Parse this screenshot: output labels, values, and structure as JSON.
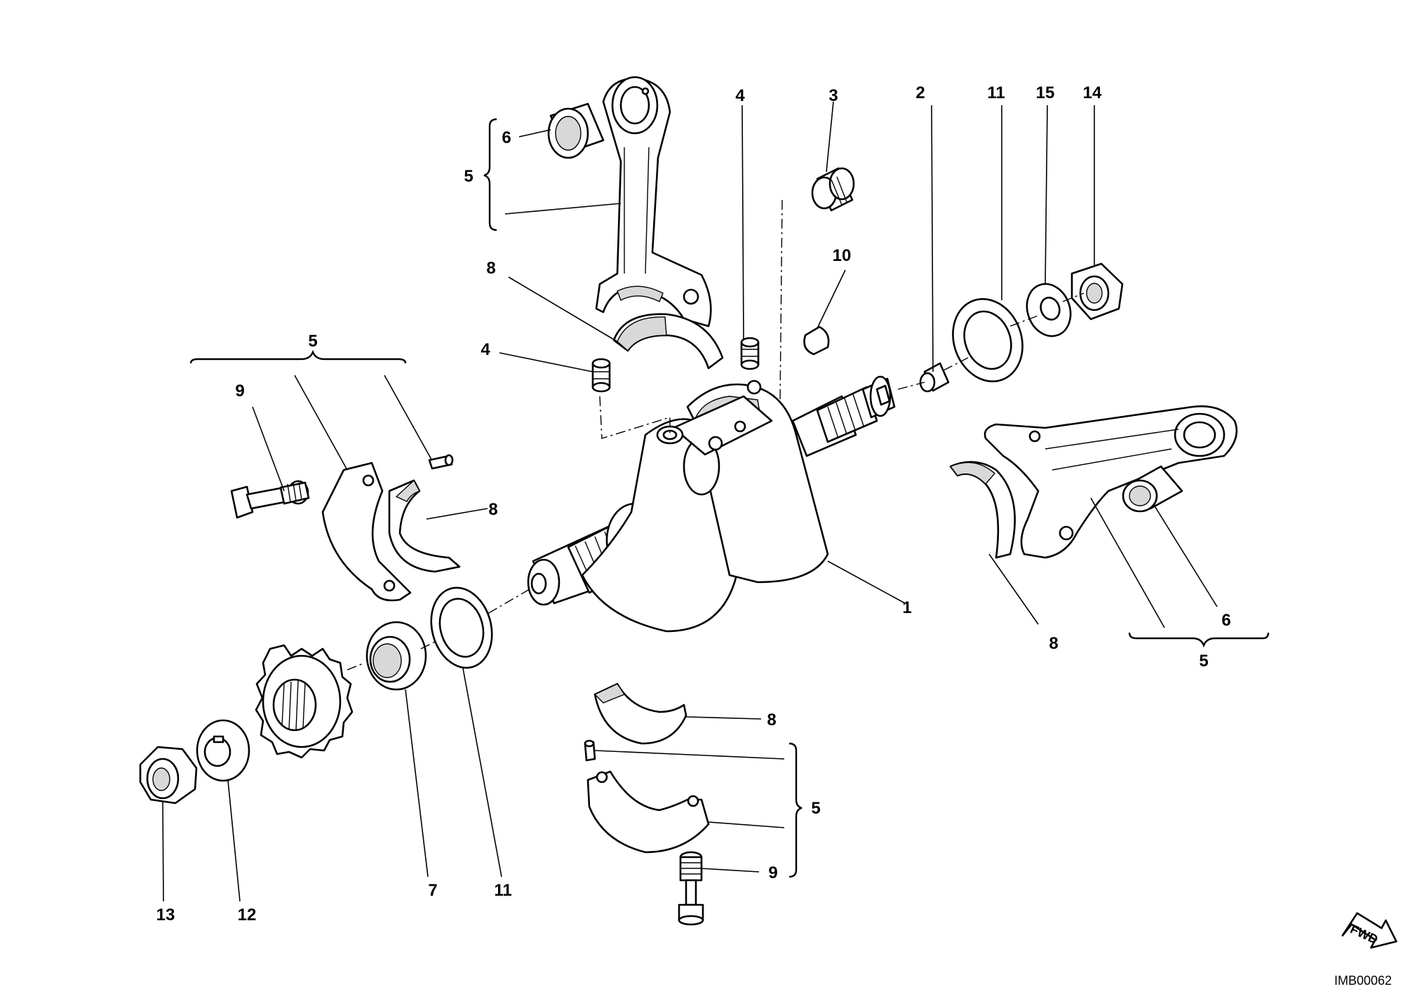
{
  "diagram": {
    "callouts": {
      "c1": "1",
      "c2": "2",
      "c3": "3",
      "c4a": "4",
      "c4b": "4",
      "c5a": "5",
      "c5b": "5",
      "c5c": "5",
      "c5d": "5",
      "c6a": "6",
      "c6b": "6",
      "c7": "7",
      "c8a": "8",
      "c8b": "8",
      "c8c": "8",
      "c8d": "8",
      "c9a": "9",
      "c9b": "9",
      "c10": "10",
      "c11a": "11",
      "c11b": "11",
      "c12": "12",
      "c13": "13",
      "c14": "14",
      "c15": "15"
    },
    "fwd_label": "FWD",
    "image_code": "IMB00062"
  }
}
